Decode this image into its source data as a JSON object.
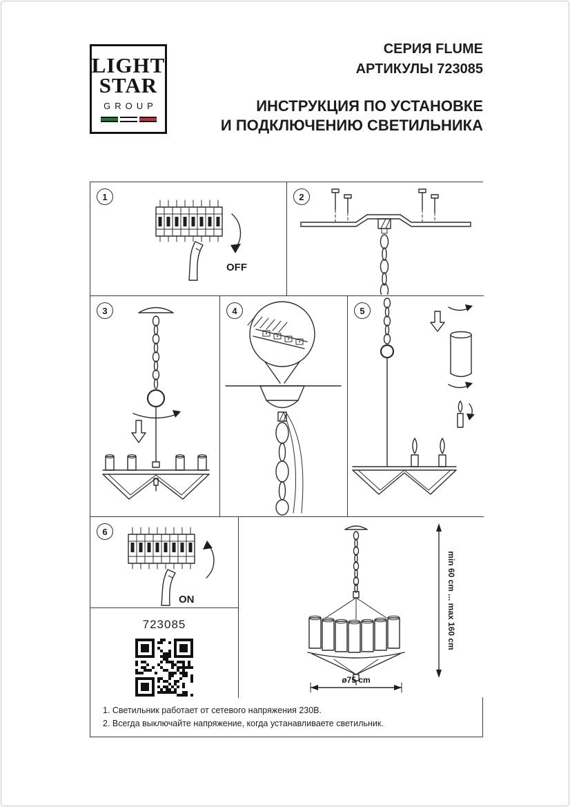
{
  "logo": {
    "line1": "LIGHT",
    "line2": "STAR",
    "line3": "GROUP",
    "flag_colors": {
      "green": "#1e7a3c",
      "white": "#ffffff",
      "red": "#c8313e"
    }
  },
  "header": {
    "series": "СЕРИЯ FLUME",
    "articles": "АРТИКУЛЫ 723085",
    "subtitle_line1": "ИНСТРУКЦИЯ ПО УСТАНОВКЕ",
    "subtitle_line2": "И ПОДКЛЮЧЕНИЮ СВЕТИЛЬНИКА"
  },
  "steps": [
    {
      "number": "1",
      "label": "OFF"
    },
    {
      "number": "2",
      "label": ""
    },
    {
      "number": "3",
      "label": ""
    },
    {
      "number": "4",
      "label": ""
    },
    {
      "number": "5",
      "label": ""
    },
    {
      "number": "6",
      "label": "ON"
    }
  ],
  "product": {
    "article": "723085",
    "height_label": "min 60 cm ... max 160 cm",
    "diameter_label": "ø75 cm"
  },
  "notes": [
    "1. Светильник работает от сетевого напряжения 230В.",
    "2. Всегда выключайте напряжение, когда устанавливаете светильник."
  ],
  "colors": {
    "ink": "#1c1c1c",
    "line": "#2b2b2b"
  }
}
